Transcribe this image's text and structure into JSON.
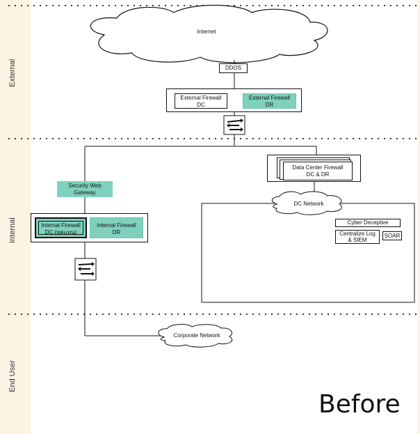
{
  "zones": {
    "external": "External",
    "internal": "Internal",
    "end_user": "End User"
  },
  "nodes": {
    "internet": "Internet",
    "ddos": "DDOS",
    "external_fw_dc": [
      "External Firewall",
      "DC"
    ],
    "external_fw_dr": [
      "External Firewall",
      "DR"
    ],
    "dc_firewall": [
      "Data Center Firewall",
      "DC & DR"
    ],
    "swg": [
      "Security Web",
      "Gateway"
    ],
    "dc_network": "DC Network",
    "internal_fw_dc": [
      "Internal Firewall",
      "DC (ทดแทน)"
    ],
    "internal_fw_dr": [
      "Internal Firewall",
      "DR"
    ],
    "cyber_deceptive": "Cyber Deceptive",
    "centralize_log": [
      "Centralize Log",
      "& SIEM"
    ],
    "soar": "SOAR",
    "corporate_network": "Corporate Network"
  },
  "caption": "Before",
  "colors": {
    "teal": "#7fd1bd",
    "beige": "#fdf3e3"
  }
}
